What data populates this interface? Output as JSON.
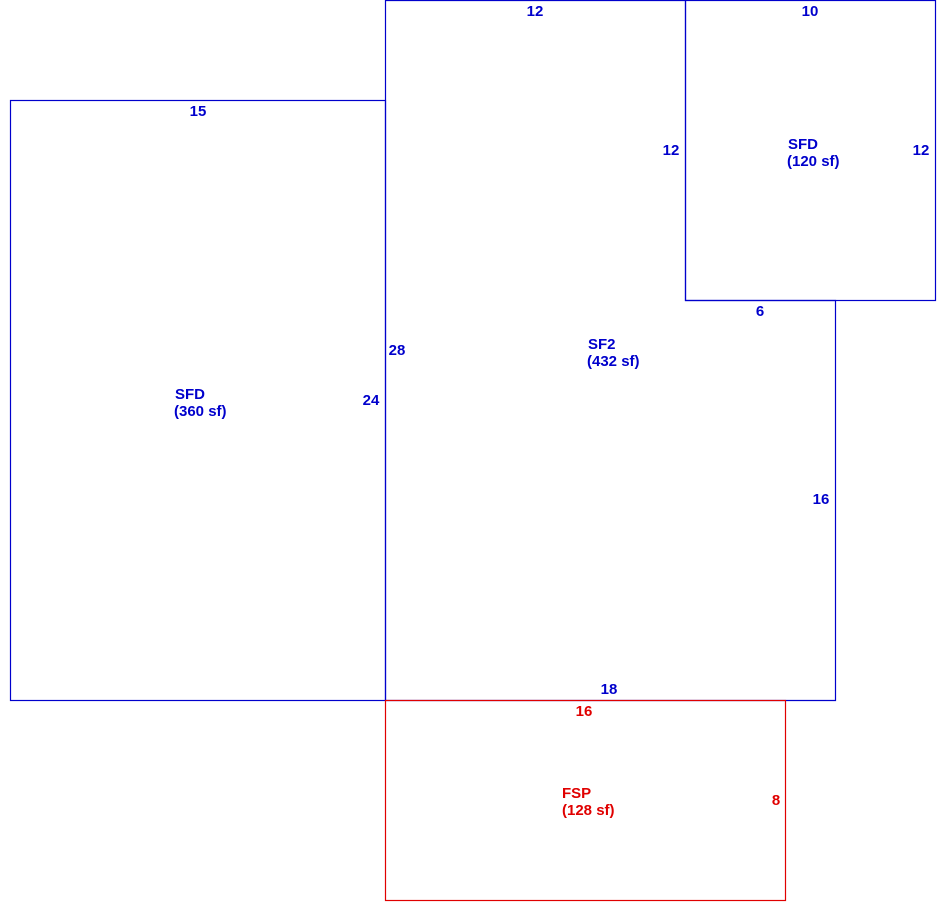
{
  "colors": {
    "living_area": "#0000cc",
    "porch": "#e00000",
    "background": "#ffffff"
  },
  "areas": {
    "sfd_main": {
      "code": "SFD",
      "area": "(360 sf)",
      "dim_top": "15",
      "dim_right": "24"
    },
    "sf2": {
      "code": "SF2",
      "area": "(432 sf)",
      "dim_top": "12",
      "dim_left": "28",
      "dim_notch": "6",
      "dim_right": "16",
      "dim_bottom": "18"
    },
    "sfd_small": {
      "code": "SFD",
      "area": "(120 sf)",
      "dim_top": "10",
      "dim_left": "12",
      "dim_right": "12"
    },
    "fsp": {
      "code": "FSP",
      "area": "(128 sf)",
      "dim_top": "16",
      "dim_right": "8"
    }
  }
}
